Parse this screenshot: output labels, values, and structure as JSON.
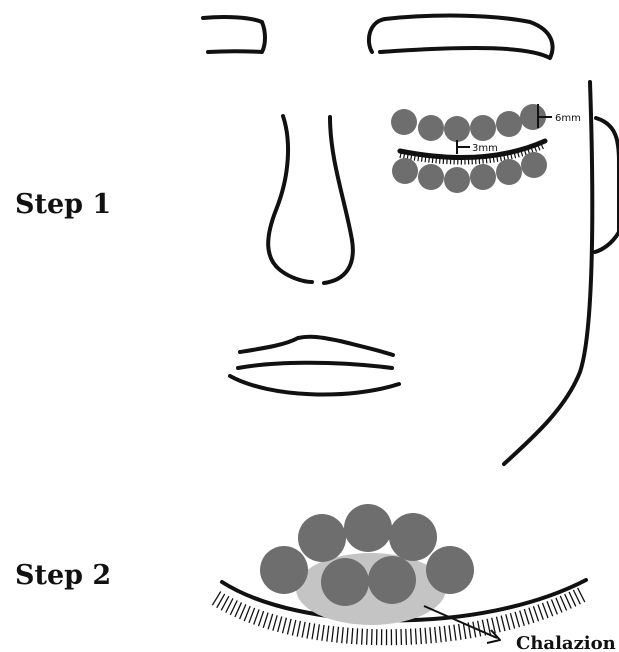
{
  "steps": [
    {
      "label": "Step 1"
    },
    {
      "label": "Step 2"
    }
  ],
  "annotations": {
    "spot_diameter": "6mm",
    "lid_margin_distance": "3mm",
    "lesion_label": "Chalazion"
  },
  "colors": {
    "line": "#111111",
    "treatment_spot": "#6e6e6e",
    "chalazion": "#c4c4c4"
  }
}
